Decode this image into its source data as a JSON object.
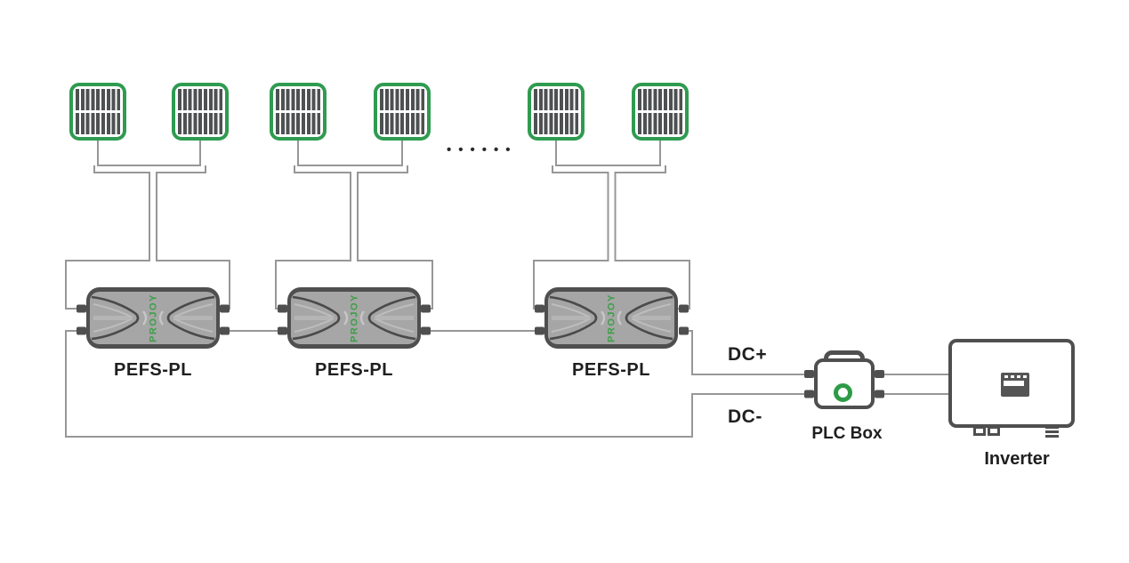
{
  "colors": {
    "panel_green": "#2f9b50",
    "brand_green": "#3f9e4a",
    "ring_green": "#2d9b47",
    "wire_gray": "#979797",
    "device_gray": "#a6a6a6",
    "border_gray": "#4f4f4f",
    "label_black": "#1f1f1f"
  },
  "solar_panels": {
    "count": 6
  },
  "continuation_dots": "••••••",
  "optimizers": {
    "brand": "PROJOY",
    "units": [
      {
        "label": "PEFS-PL"
      },
      {
        "label": "PEFS-PL"
      },
      {
        "label": "PEFS-PL"
      }
    ]
  },
  "bus_labels": {
    "dc_plus": "DC+",
    "dc_minus": "DC-"
  },
  "plc_box": {
    "label": "PLC Box"
  },
  "inverter": {
    "label": "Inverter"
  }
}
